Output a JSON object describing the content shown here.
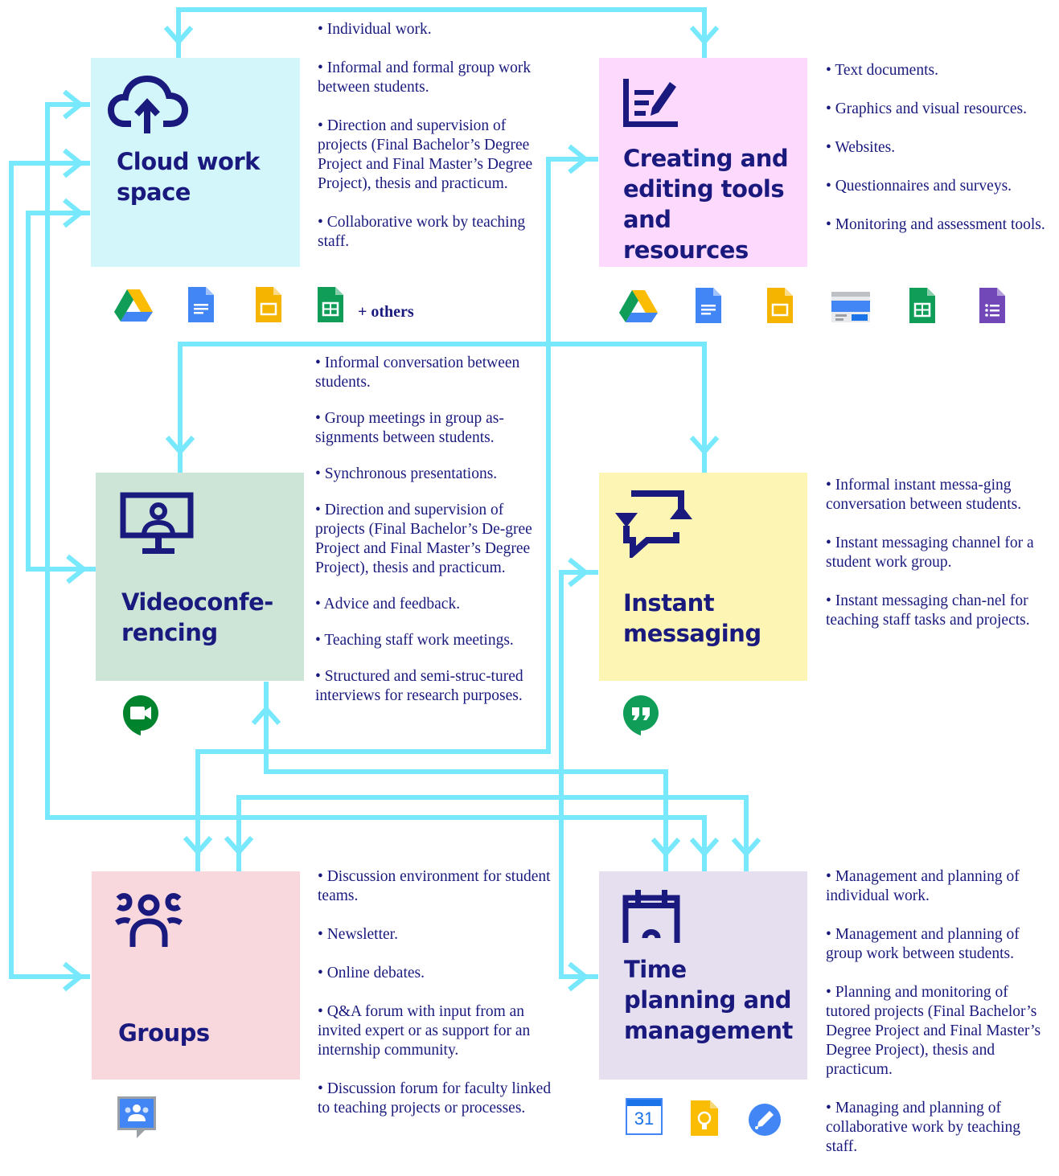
{
  "boxes": {
    "cloud": {
      "title": "Cloud work space",
      "icon": "cloud-upload-icon",
      "color": "#d3f6fb",
      "items": [
        "• Individual work.",
        "• Informal and formal group work between students.",
        "• Direction and supervision of projects (Final Bachelor’s Degree Project and Final Master’s Degree Project), thesis and practicum.",
        "• Collaborative work by teaching staff."
      ],
      "products": [
        "google-drive-icon",
        "google-docs-icon",
        "google-slides-icon",
        "google-sheets-icon"
      ],
      "others_label": "+ others"
    },
    "creating": {
      "title": "Creating and editing tools and resources",
      "icon": "edit-document-icon",
      "color": "#fdd9fd",
      "items": [
        "• Text documents.",
        "• Graphics and visual resources.",
        "• Websites.",
        "• Questionnaires and surveys.",
        "• Monitoring and assessment tools."
      ],
      "products": [
        "google-drive-icon",
        "google-docs-icon",
        "google-slides-icon",
        "google-sites-icon",
        "google-sheets-icon",
        "google-forms-icon"
      ]
    },
    "video": {
      "title": "Videoconfe-rencing",
      "icon": "videoconference-icon",
      "color": "#cce5d7",
      "items": [
        "• Informal conversation between students.",
        "• Group meetings in group as-signments between students.",
        "• Synchronous presentations.",
        "• Direction and supervision of projects (Final Bachelor’s De-gree Project and Final Master’s Degree Project), thesis and practicum.",
        "• Advice and feedback.",
        "• Teaching staff work meetings.",
        "• Structured and semi-struc-tured interviews for research purposes."
      ],
      "products": [
        "google-meet-icon"
      ]
    },
    "messaging": {
      "title": "Instant messaging",
      "icon": "chat-icon",
      "color": "#fcf5b4",
      "items": [
        "• Informal instant messa-ging conversation between students.",
        "• Instant messaging channel for a student work group.",
        "• Instant messaging chan-nel for teaching staff tasks and projects."
      ],
      "products": [
        "google-hangouts-icon"
      ]
    },
    "groups": {
      "title": "Groups",
      "icon": "groups-icon",
      "color": "#f8d8dd",
      "items": [
        "• Discussion environment for student teams.",
        "• Newsletter.",
        "• Online debates.",
        "• Q&A forum with input from an invited expert or as support for an internship community.",
        "• Discussion forum for faculty linked to teaching projects or processes."
      ],
      "products": [
        "google-groups-icon"
      ]
    },
    "time": {
      "title": "Time planning and management",
      "icon": "calendar-icon",
      "color": "#e6dff0",
      "items": [
        "• Management and planning of individual work.",
        "• Management and planning of group work between students.",
        "• Planning and monitoring of tutored projects (Final Bachelor’s Degree Project and Final Master’s Degree Project), thesis and practicum.",
        "• Managing and planning of collaborative work by teaching staff."
      ],
      "products": [
        "google-calendar-icon",
        "google-keep-icon",
        "google-tasks-icon"
      ],
      "calendar_day": "31"
    }
  },
  "colors": {
    "arrow": "#78e8fc",
    "ink": "#1a1a7e"
  }
}
